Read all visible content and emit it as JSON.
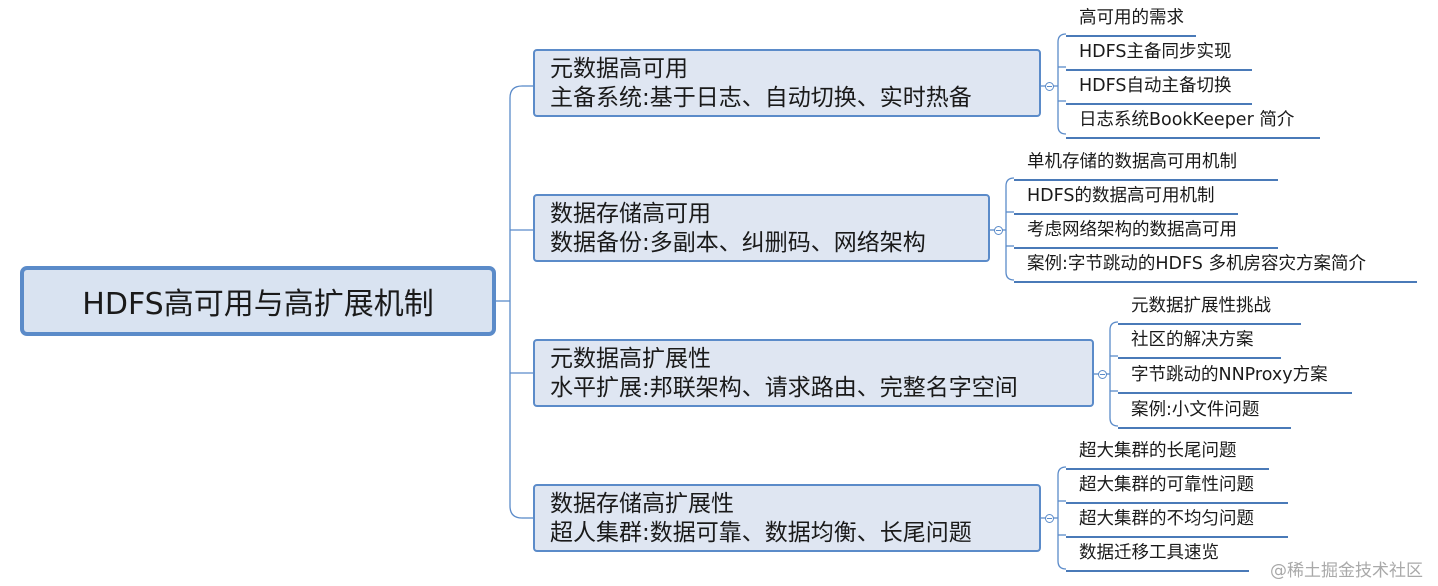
{
  "diagram": {
    "root": "HDFS高可用与高扩展机制",
    "branches": [
      {
        "title": "元数据高可用",
        "subtitle": "主备系统:基于日志、自动切换、实时热备",
        "leaves": [
          "高可用的需求",
          "HDFS主备同步实现",
          "HDFS自动主备切换",
          "日志系统BookKeeper 简介"
        ]
      },
      {
        "title": "数据存储高可用",
        "subtitle": "数据备份:多副本、纠删码、网络架构",
        "leaves": [
          "单机存储的数据高可用机制",
          "HDFS的数据高可用机制",
          "考虑网络架构的数据高可用",
          "案例:字节跳动的HDFS 多机房容灾方案简介"
        ]
      },
      {
        "title": "元数据高扩展性",
        "subtitle": "水平扩展:邦联架构、请求路由、完整名字空间",
        "leaves": [
          "元数据扩展性挑战",
          "社区的解决方案",
          "字节跳动的NNProxy方案",
          "案例:小文件问题"
        ]
      },
      {
        "title": "数据存储高扩展性",
        "subtitle": "超人集群:数据可靠、数据均衡、长尾问题",
        "leaves": [
          "超大集群的长尾问题",
          "超大集群的可靠性问题",
          "超大集群的不均匀问题",
          "数据迁移工具速览"
        ]
      }
    ]
  },
  "watermark": "@稀土掘金技术社区"
}
